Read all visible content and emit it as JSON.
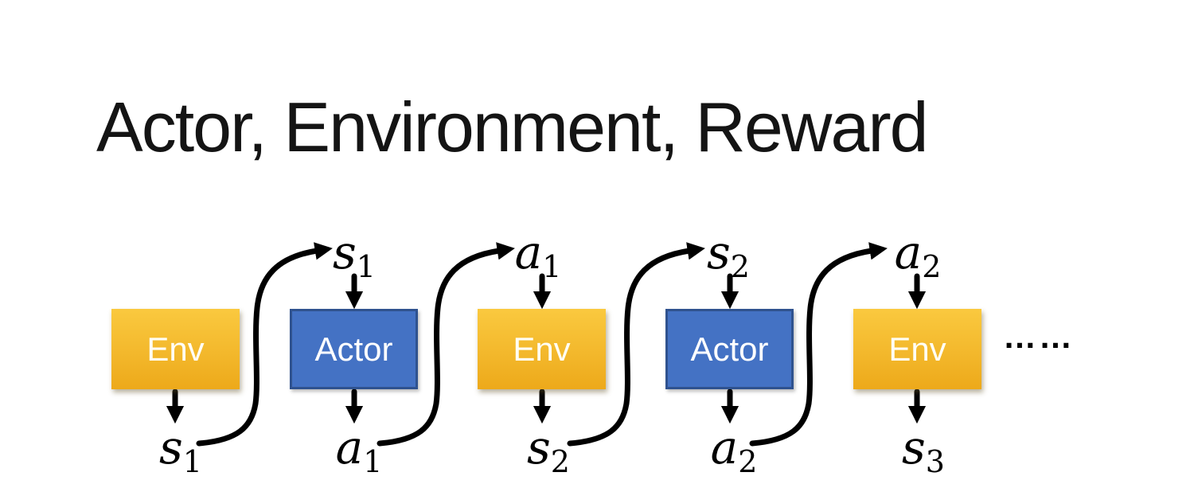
{
  "slide": {
    "title": "Actor, Environment, Reward",
    "ellipsis": "……"
  },
  "boxes": [
    {
      "label": "Env",
      "type": "env"
    },
    {
      "label": "Actor",
      "type": "actor"
    },
    {
      "label": "Env",
      "type": "env"
    },
    {
      "label": "Actor",
      "type": "actor"
    },
    {
      "label": "Env",
      "type": "env"
    }
  ],
  "top_labels": [
    {
      "var": "s",
      "sub": "1"
    },
    {
      "var": "a",
      "sub": "1"
    },
    {
      "var": "s",
      "sub": "2"
    },
    {
      "var": "a",
      "sub": "2"
    }
  ],
  "bottom_labels": [
    {
      "var": "s",
      "sub": "1"
    },
    {
      "var": "a",
      "sub": "1"
    },
    {
      "var": "s",
      "sub": "2"
    },
    {
      "var": "a",
      "sub": "2"
    },
    {
      "var": "s",
      "sub": "3"
    }
  ],
  "colors": {
    "env_gradient_top": "#FAC93F",
    "env_gradient_bottom": "#EDA91A",
    "actor_fill": "#4472C4",
    "actor_border": "#2F528F",
    "box_text": "#FFFFFF",
    "arrow": "#000000",
    "title_text": "#141414"
  }
}
